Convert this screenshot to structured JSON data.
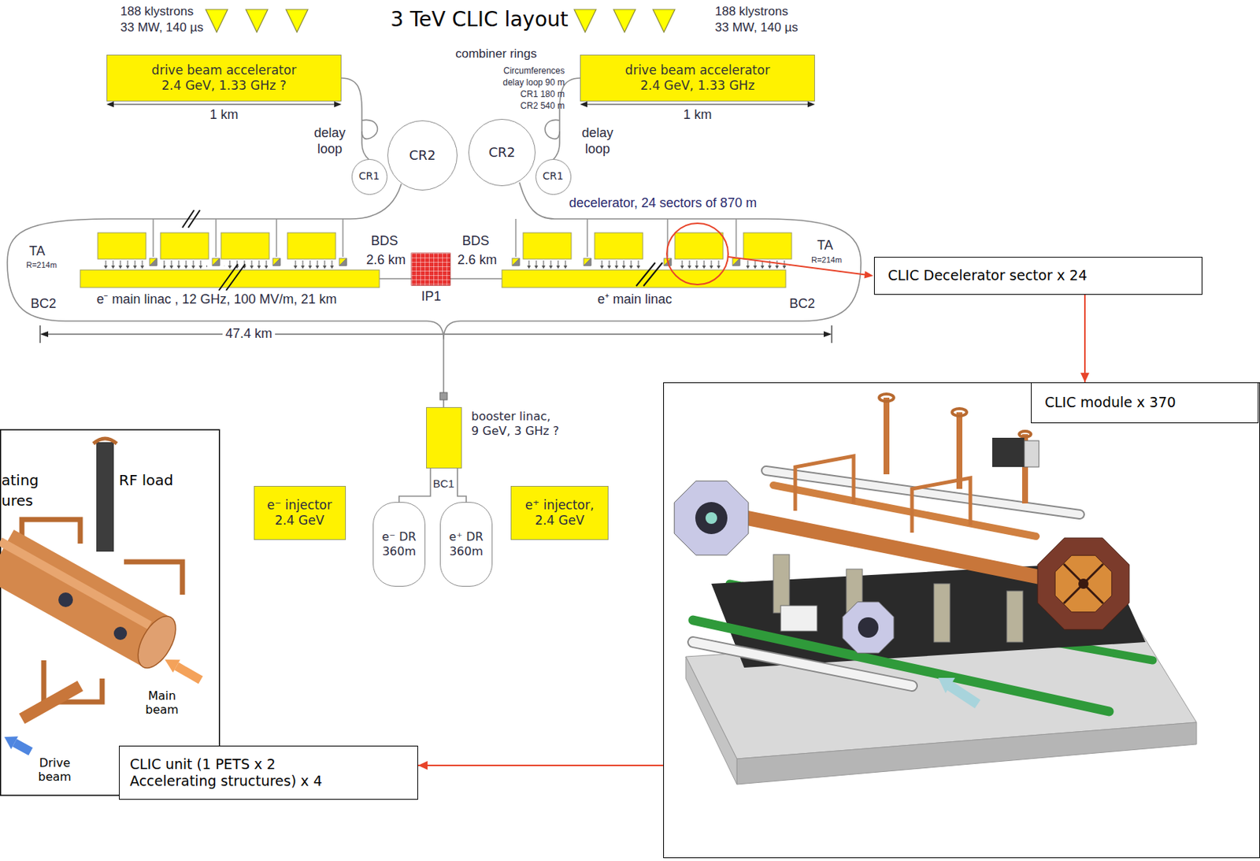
{
  "diagram": {
    "title": "3 TeV CLIC layout",
    "nodes": [
      {
        "text": [
          "drive beam accelerator 2.4 GeV, 1.33 GHz ?"
        ]
      },
      {
        "text": [
          "drive beam accelerator 2.4 GeV, 1.33 GHz"
        ]
      },
      {
        "text": [
          "CR2"
        ]
      },
      {
        "text": [
          "CR1"
        ]
      },
      {
        "text": [
          "CR2"
        ]
      },
      {
        "text": [
          "CR1"
        ]
      },
      {
        "text": [
          "CLIC Decelerator sector x 24"
        ]
      },
      {
        "text": [
          "booster linac, 9 GeV, 3 GHz ?"
        ]
      },
      {
        "text": [
          "e⁻ injector 2.4 GeV"
        ]
      },
      {
        "text": [
          "e⁻ DR 360m"
        ]
      },
      {
        "text": [
          "e⁺ DR 360m"
        ]
      },
      {
        "text": [
          "e⁺ injector, 2.4 GeV"
        ]
      },
      {
        "text": [
          "CLIC module x 370"
        ]
      },
      {
        "text": [
          "CLIC unit (1 PETS x 2 Accelerating structures) x 4"
        ]
      }
    ],
    "edges": [
      {
        "from": 6,
        "to": 12,
        "arrow": "to"
      },
      {
        "from": 12,
        "to": 13,
        "arrow": "to"
      },
      {
        "from": 9,
        "to": 7,
        "arrow": "none"
      },
      {
        "from": 10,
        "to": 7,
        "arrow": "none"
      }
    ],
    "labels": [
      "188 klystrons",
      "33 MW, 140 µs",
      "188 klystrons",
      "33 MW, 140 µs",
      "1 km",
      "1 km",
      "combiner rings",
      "Circumferences",
      "delay loop 90 m",
      "CR1 180 m",
      "CR2 540 m",
      "delay loop",
      "delay loop",
      "decelerator, 24 sectors of 870 m",
      "TA",
      "R=214m",
      "BDS",
      "2.6 km",
      "BDS",
      "2.6 km",
      "TA",
      "R=214m",
      "IP1",
      "BC2",
      "e⁻ main linac , 12 GHz, 100 MV/m, 21 km",
      "e⁺ main linac",
      "BC2",
      "47.4 km",
      "BC1",
      "ating",
      "ures",
      "RF load",
      "Main beam",
      "Drive beam"
    ]
  }
}
